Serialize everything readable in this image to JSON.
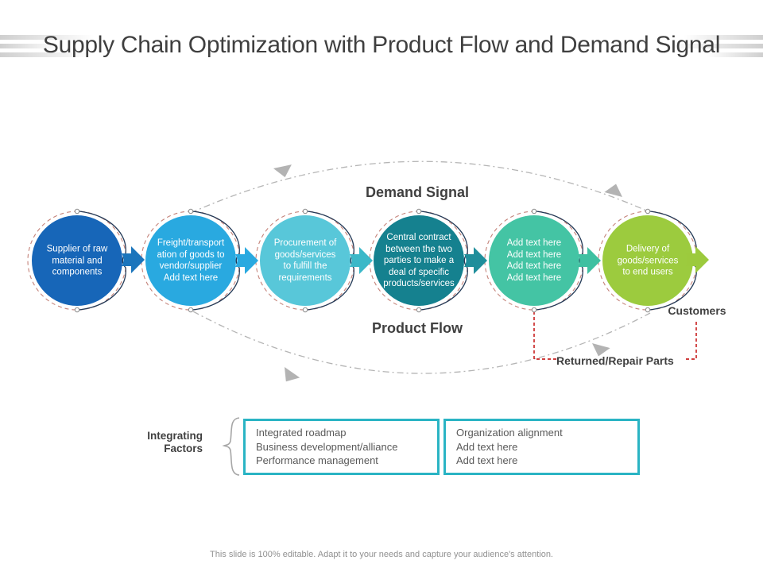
{
  "slide": {
    "title": "Supply Chain Optimization with Product Flow and Demand Signal",
    "footer": "This slide is 100% editable. Adapt it to your needs and capture your audience's attention."
  },
  "labels": {
    "demand_signal": "Demand Signal",
    "product_flow": "Product Flow",
    "customers": "Customers",
    "returned_repair_parts": "Returned/Repair Parts",
    "integrating_factors": "Integrating\nFactors"
  },
  "flow": {
    "circles": [
      {
        "label": "Supplier of raw\nmaterial and\ncomponents",
        "color": "#1766B8"
      },
      {
        "label": "Freight/transport\nation of goods to\nvendor/supplier\nAdd text here",
        "color": "#29A9E0"
      },
      {
        "label": "Procurement of\ngoods/services\nto fulfill the\nrequirements",
        "color": "#58C7D9"
      },
      {
        "label": "Central contract\nbetween the two\nparties to make a\ndeal of specific\nproducts/services",
        "color": "#15818F"
      },
      {
        "label": "Add text here\nAdd text here\nAdd text here\nAdd text here",
        "color": "#44C4A4"
      },
      {
        "label": "Delivery of\ngoods/services\nto end users",
        "color": "#9CCB3E"
      }
    ],
    "arrows": [
      {
        "color": "#1B75BC"
      },
      {
        "color": "#29A9E0"
      },
      {
        "color": "#3BB8C8"
      },
      {
        "color": "#1F8E9B"
      },
      {
        "color": "#3FC0A1"
      },
      {
        "color": "#9CCA3D"
      }
    ]
  },
  "factor_boxes": [
    {
      "lines": "Integrated roadmap\nBusiness development/alliance\nPerformance management"
    },
    {
      "lines": "Organization alignment\nAdd text here\nAdd text here"
    }
  ],
  "colors": {
    "box_border": "#2AB4C4",
    "returned_line_red": "#C00000",
    "orbit_dash_gray": "#B5B5B5",
    "circle_ring_dash": "#C4837A",
    "title_text": "#3F3F3F"
  }
}
